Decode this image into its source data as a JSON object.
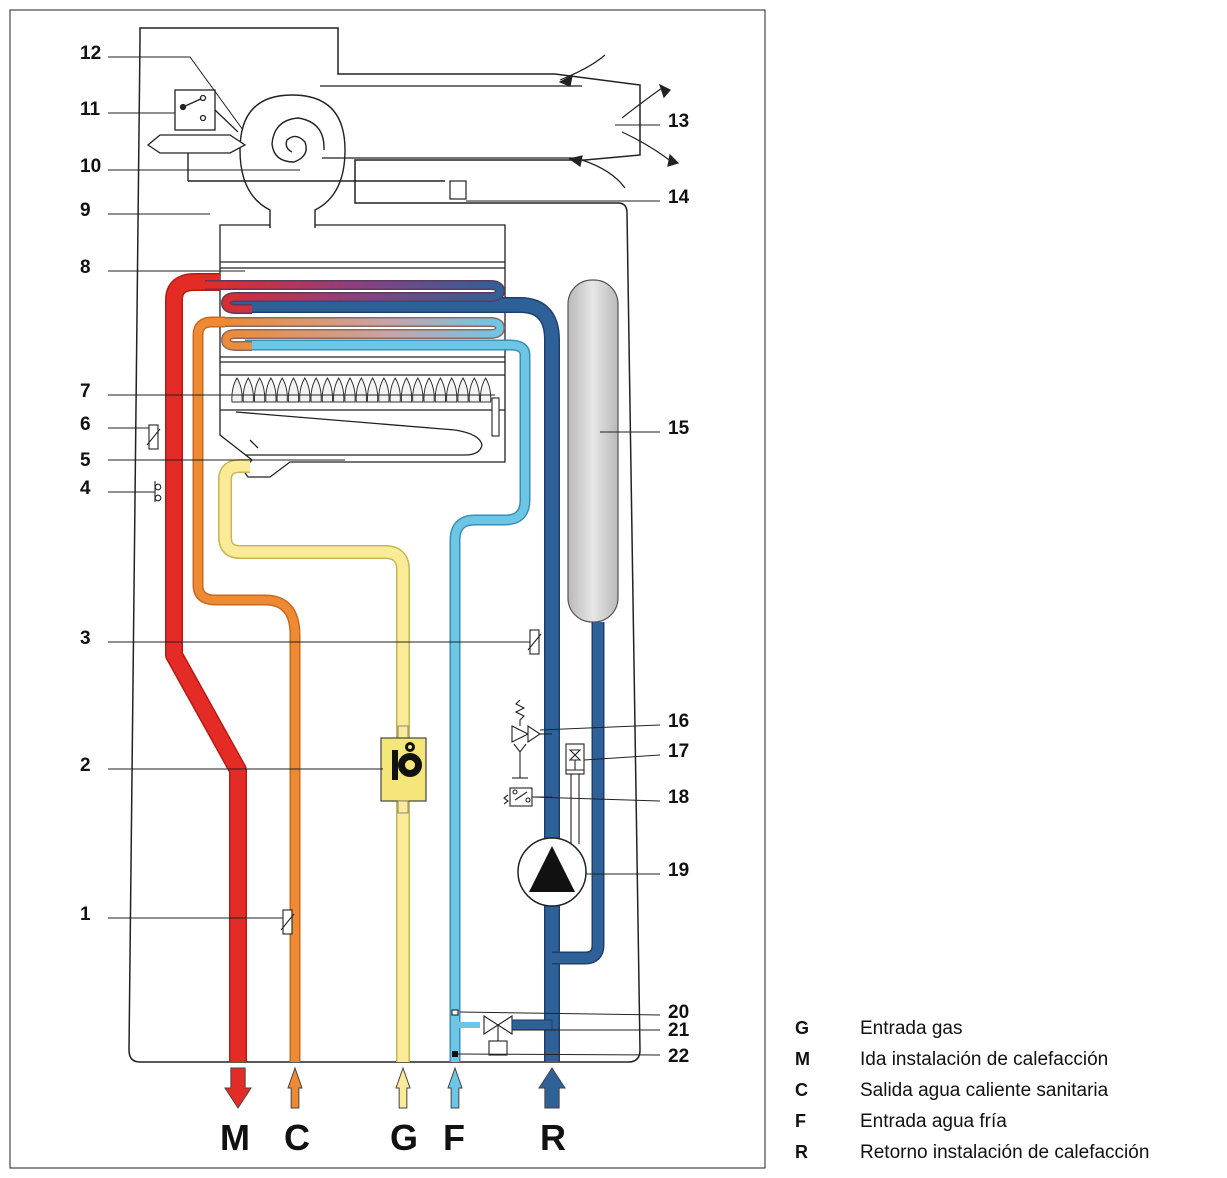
{
  "callouts": [
    "1",
    "2",
    "3",
    "4",
    "5",
    "6",
    "7",
    "8",
    "9",
    "10",
    "11",
    "12",
    "13",
    "14",
    "15",
    "16",
    "17",
    "18",
    "19",
    "20",
    "21",
    "22"
  ],
  "connections": [
    "M",
    "C",
    "G",
    "F",
    "R"
  ],
  "legend": [
    {
      "code": "G",
      "text": "Entrada gas"
    },
    {
      "code": "M",
      "text": "Ida instalación de calefacción"
    },
    {
      "code": "C",
      "text": "Salida agua caliente sanitaria"
    },
    {
      "code": "F",
      "text": "Entrada agua fría"
    },
    {
      "code": "R",
      "text": "Retorno instalación de calefacción"
    }
  ],
  "colors": {
    "heating_flow": "#e52b25",
    "hot_water": "#ee8a34",
    "gas": "#faeb99",
    "cold_water": "#6ec6e6",
    "heating_return": "#2f6199",
    "expansion_vessel": "#cdcdcd"
  }
}
